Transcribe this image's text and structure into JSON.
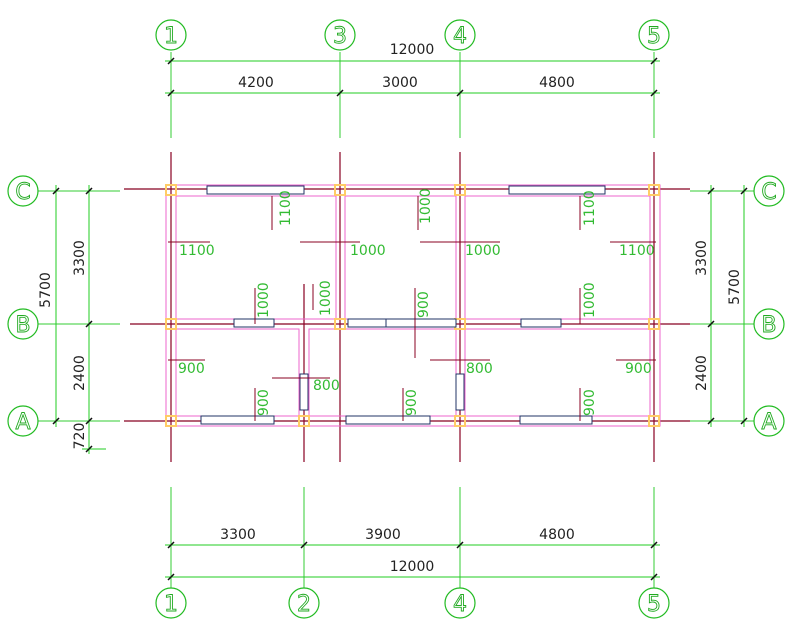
{
  "colors": {
    "background": "#ffffff",
    "axis_line": "#33cc33",
    "axis_bubble": "#22bb22",
    "dimension_text": "#222222",
    "dimension_line": "#22cc22",
    "structure_line": "#880022",
    "wall_outline": "#ee66cc",
    "opening_dimension": "#33bb33",
    "window": "#223366",
    "column": "#ffcc66"
  },
  "grid_axes": {
    "top": [
      "1",
      "3",
      "4",
      "5"
    ],
    "bottom": [
      "1",
      "2",
      "4",
      "5"
    ],
    "left": [
      "C",
      "B",
      "A"
    ],
    "right": [
      "C",
      "B",
      "A"
    ]
  },
  "dimensions": {
    "top_total": "12000",
    "top_segments": [
      "4200",
      "3000",
      "4800"
    ],
    "bottom_total": "12000",
    "bottom_segments": [
      "3300",
      "3900",
      "4800"
    ],
    "left_total": "5700",
    "left_segments": [
      "3300",
      "2400"
    ],
    "left_extra": "720",
    "right_total": "5700",
    "right_segments": [
      "3300",
      "2400"
    ]
  },
  "openings": {
    "upper_row_vertical": [
      "1100",
      "1000",
      "1100"
    ],
    "upper_row_horizontal": [
      "1100",
      "1000",
      "1000",
      "1100"
    ],
    "middle_vertical": [
      "1000",
      "1000",
      "900",
      "1000"
    ],
    "lower_row_vertical": [
      "900",
      "900",
      "900"
    ],
    "lower_row_horizontal": [
      "900",
      "800",
      "800",
      "900"
    ]
  }
}
